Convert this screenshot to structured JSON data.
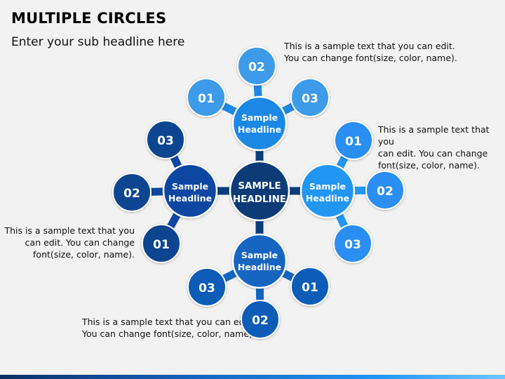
{
  "title": "MULTIPLE CIRCLES",
  "subtitle": "Enter your sub headline here",
  "center": {
    "label_line1": "SAMPLE",
    "label_line2": "HEADLINE"
  },
  "hubs": {
    "top": {
      "label_line1": "Sample",
      "label_line2": "Headline",
      "color": "#1e88e5"
    },
    "right": {
      "label_line1": "Sample",
      "label_line2": "Headline",
      "color": "#2196f3"
    },
    "bottom": {
      "label_line1": "Sample",
      "label_line2": "Headline",
      "color": "#1565c0"
    },
    "left": {
      "label_line1": "Sample",
      "label_line2": "Headline",
      "color": "#0d47a1"
    }
  },
  "satellites": {
    "top": [
      "01",
      "02",
      "03"
    ],
    "right": [
      "01",
      "02",
      "03"
    ],
    "bottom": [
      "03",
      "02",
      "01"
    ],
    "left": [
      "03",
      "02",
      "01"
    ]
  },
  "notes": {
    "top": {
      "line1": "This is a sample text that you can edit.",
      "line2": "You can change font(size, color, name)."
    },
    "right": {
      "line1": "This is a sample text that you",
      "line2": "can edit. You can change",
      "line3": "font(size, color, name)."
    },
    "left": {
      "line1": "This is a sample text that you",
      "line2": "can edit. You can change",
      "line3": "font(size, color, name)."
    },
    "bottom": {
      "line1": "This is a sample text that you can edit.",
      "line2": "You can change font(size, color, name)."
    }
  },
  "colors": {
    "center": "#0b3a78",
    "top_satellite": "#3d9be9",
    "right_satellite": "#2a8ef2",
    "bottom_satellite": "#0f5cb8",
    "left_satellite": "#0b4590"
  }
}
